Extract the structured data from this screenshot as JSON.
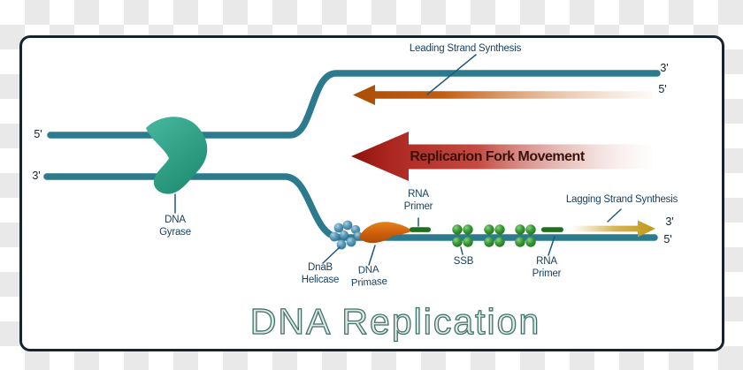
{
  "title": "DNA Replication",
  "diagram": {
    "leading_label": "Leading Strand Synthesis",
    "lagging_label": "Lagging Strand Synthesis",
    "fork_arrow_label": "Replicarion Fork Movement",
    "gyrase": {
      "line1": "DNA",
      "line2": "Gyrase"
    },
    "helicase": {
      "line1": "DnaB",
      "line2": "Helicase"
    },
    "primase": {
      "line1": "DNA",
      "line2": "Primase"
    },
    "ssb_label": "SSB",
    "rna_primer_fork": {
      "line1": "RNA",
      "line2": "Primer"
    },
    "rna_primer_right": {
      "line1": "RNA",
      "line2": "Primer"
    },
    "strand_ends": {
      "left_top": "5'",
      "left_bottom": "3'",
      "right_top_new": "3'",
      "right_top_template": "5'",
      "right_bottom_new": "3'",
      "right_bottom_template": "5'"
    }
  },
  "colors": {
    "strand_teal": "#2b7a8e",
    "frame_border": "#17242e",
    "gyrase_green_light": "#46b79d",
    "gyrase_green_dark": "#1d8a6f",
    "fork_arrow_red": "#a8241f",
    "fork_text_maroon": "#3b120b",
    "leading_arrow_orange": "#c25e12",
    "lagging_arrow_gold": "#c39b1d",
    "helicase_sphere_blue": "#5898b8",
    "primase_orange": "#cc5c0a",
    "ssb_sphere_green": "#3a9a36",
    "rna_primer_green": "#1d701d",
    "label_navy": "#143f5e",
    "title_outline_teal": "#3f736a",
    "checker_gray": "#e9e9e9"
  }
}
